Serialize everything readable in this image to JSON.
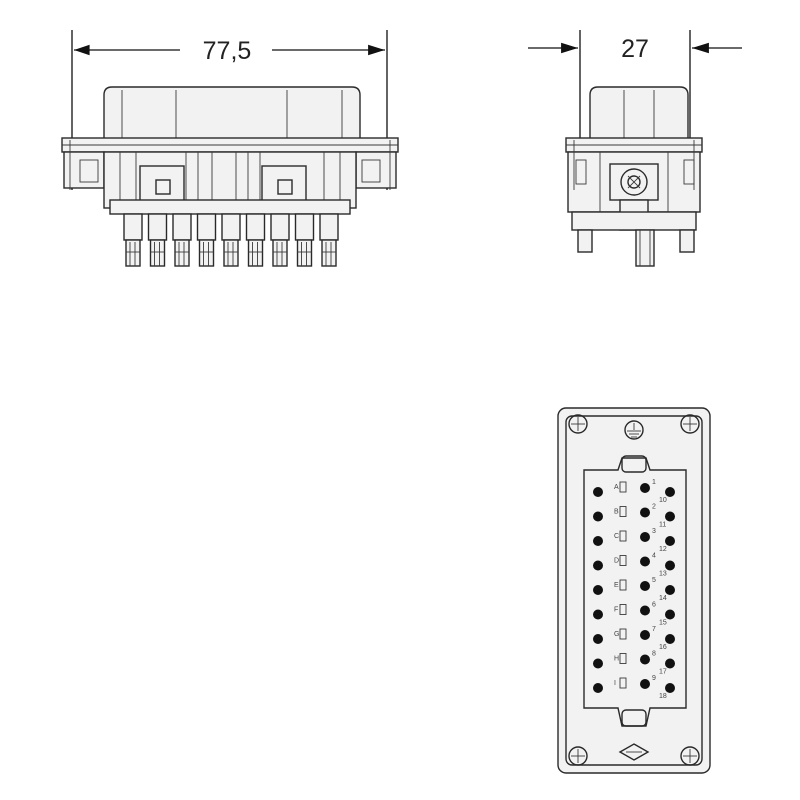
{
  "dimensions": {
    "width_label": "77,5",
    "depth_label": "27"
  },
  "connector": {
    "left_column_letters": [
      "A",
      "B",
      "C",
      "D",
      "E",
      "F",
      "G",
      "H",
      "I"
    ],
    "middle_column_numbers": [
      "1",
      "2",
      "3",
      "4",
      "5",
      "6",
      "7",
      "8",
      "9"
    ],
    "right_column_numbers": [
      "10",
      "11",
      "12",
      "13",
      "14",
      "15",
      "16",
      "17",
      "18"
    ],
    "pin_rows": 9
  },
  "icons": {
    "ground": "ground-symbol-icon",
    "screw": "screw-icon",
    "logo": "manufacturer-logo-icon"
  },
  "colors": {
    "line": "#2a2a2a",
    "fill": "#f2f2f2",
    "pin": "#111111"
  }
}
